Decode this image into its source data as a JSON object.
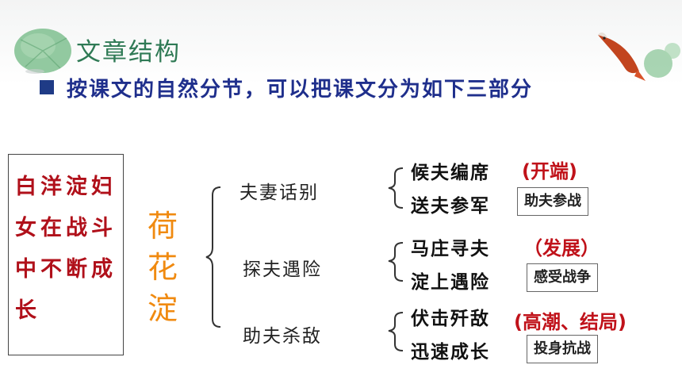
{
  "header": {
    "title": "文章结构",
    "subtitle": "按课文的自然分节，可以把课文分为如下三部分"
  },
  "theme_box": {
    "lines": [
      "白洋淀妇",
      "女在战斗",
      "中不断成",
      "长"
    ]
  },
  "vertical_title": [
    "荷",
    "花",
    "淀"
  ],
  "parts": [
    {
      "name": "夫妻话别",
      "subs": [
        "候夫编席",
        "送夫参军"
      ],
      "stage": "(开端)",
      "summary": "助夫参战"
    },
    {
      "name": "探夫遇险",
      "subs": [
        "马庄寻夫",
        "淀上遇险"
      ],
      "stage": "（发展）",
      "summary": "感受战争"
    },
    {
      "name": "助夫杀敌",
      "subs": [
        "伏击歼敌",
        "迅速成长"
      ],
      "stage": "(高潮、结局)",
      "summary": "投身抗战"
    }
  ],
  "colors": {
    "title": "#2f7a55",
    "subtitle": "#1f2f8c",
    "theme_text": "#b0101a",
    "vertical_title": "#f08a10",
    "stage": "#c0121a"
  }
}
